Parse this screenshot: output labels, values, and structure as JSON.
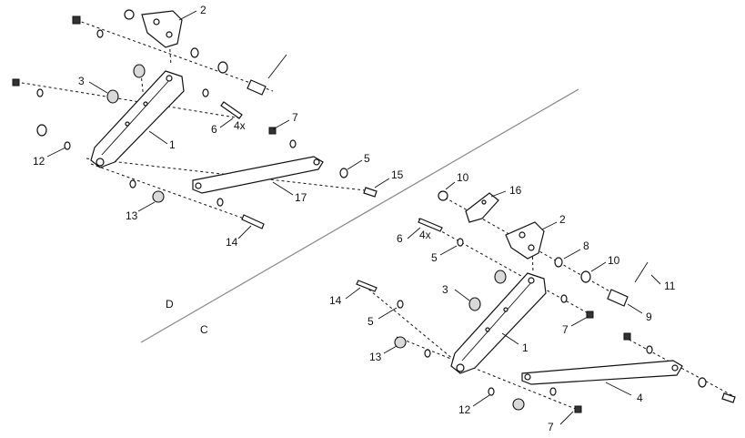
{
  "callouts": [
    {
      "id": "c-2a",
      "text": "2"
    },
    {
      "id": "c-3a",
      "text": "3"
    },
    {
      "id": "c-1a",
      "text": "1"
    },
    {
      "id": "c-6a",
      "text": "6"
    },
    {
      "id": "c-4xa",
      "text": "4x"
    },
    {
      "id": "c-7a",
      "text": "7"
    },
    {
      "id": "c-12a",
      "text": "12"
    },
    {
      "id": "c-5a",
      "text": "5"
    },
    {
      "id": "c-15",
      "text": "15"
    },
    {
      "id": "c-17",
      "text": "17"
    },
    {
      "id": "c-13a",
      "text": "13"
    },
    {
      "id": "c-14a",
      "text": "14"
    },
    {
      "id": "c-10a",
      "text": "10"
    },
    {
      "id": "c-16",
      "text": "16"
    },
    {
      "id": "c-2b",
      "text": "2"
    },
    {
      "id": "c-6b",
      "text": "6"
    },
    {
      "id": "c-4xb",
      "text": "4x"
    },
    {
      "id": "c-8",
      "text": "8"
    },
    {
      "id": "c-5b",
      "text": "5"
    },
    {
      "id": "c-10b",
      "text": "10"
    },
    {
      "id": "c-11",
      "text": "11"
    },
    {
      "id": "c-14b",
      "text": "14"
    },
    {
      "id": "c-3b",
      "text": "3"
    },
    {
      "id": "c-9",
      "text": "9"
    },
    {
      "id": "c-5c",
      "text": "5"
    },
    {
      "id": "c-7b",
      "text": "7"
    },
    {
      "id": "c-1b",
      "text": "1"
    },
    {
      "id": "c-13b",
      "text": "13"
    },
    {
      "id": "c-4",
      "text": "4"
    },
    {
      "id": "c-12b",
      "text": "12"
    },
    {
      "id": "c-7c",
      "text": "7"
    }
  ],
  "section_labels": {
    "d": "D",
    "c": "C"
  }
}
